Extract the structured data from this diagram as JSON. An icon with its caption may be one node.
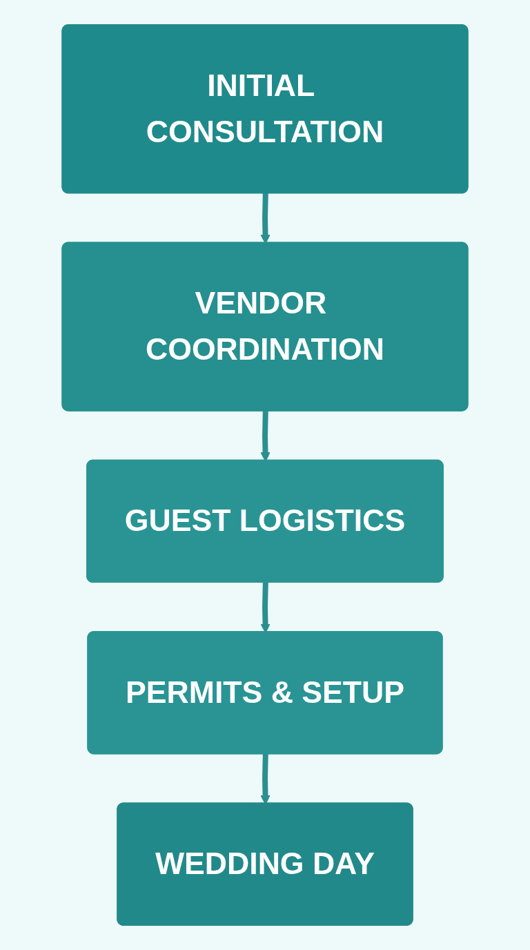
{
  "diagram": {
    "nodes": [
      {
        "text": [
          "INITIAL CONSULTATION"
        ]
      },
      {
        "text": [
          "VENDOR COORDINATION"
        ]
      },
      {
        "text": [
          "GUEST LOGISTICS"
        ]
      },
      {
        "text": [
          "PERMITS & SETUP"
        ]
      },
      {
        "text": [
          "WEDDING DAY"
        ]
      }
    ],
    "edges": [
      {
        "from": 0,
        "to": 1,
        "arrow": "to"
      },
      {
        "from": 1,
        "to": 2,
        "arrow": "to"
      },
      {
        "from": 2,
        "to": 3,
        "arrow": "to"
      },
      {
        "from": 3,
        "to": 4,
        "arrow": "to"
      }
    ]
  }
}
